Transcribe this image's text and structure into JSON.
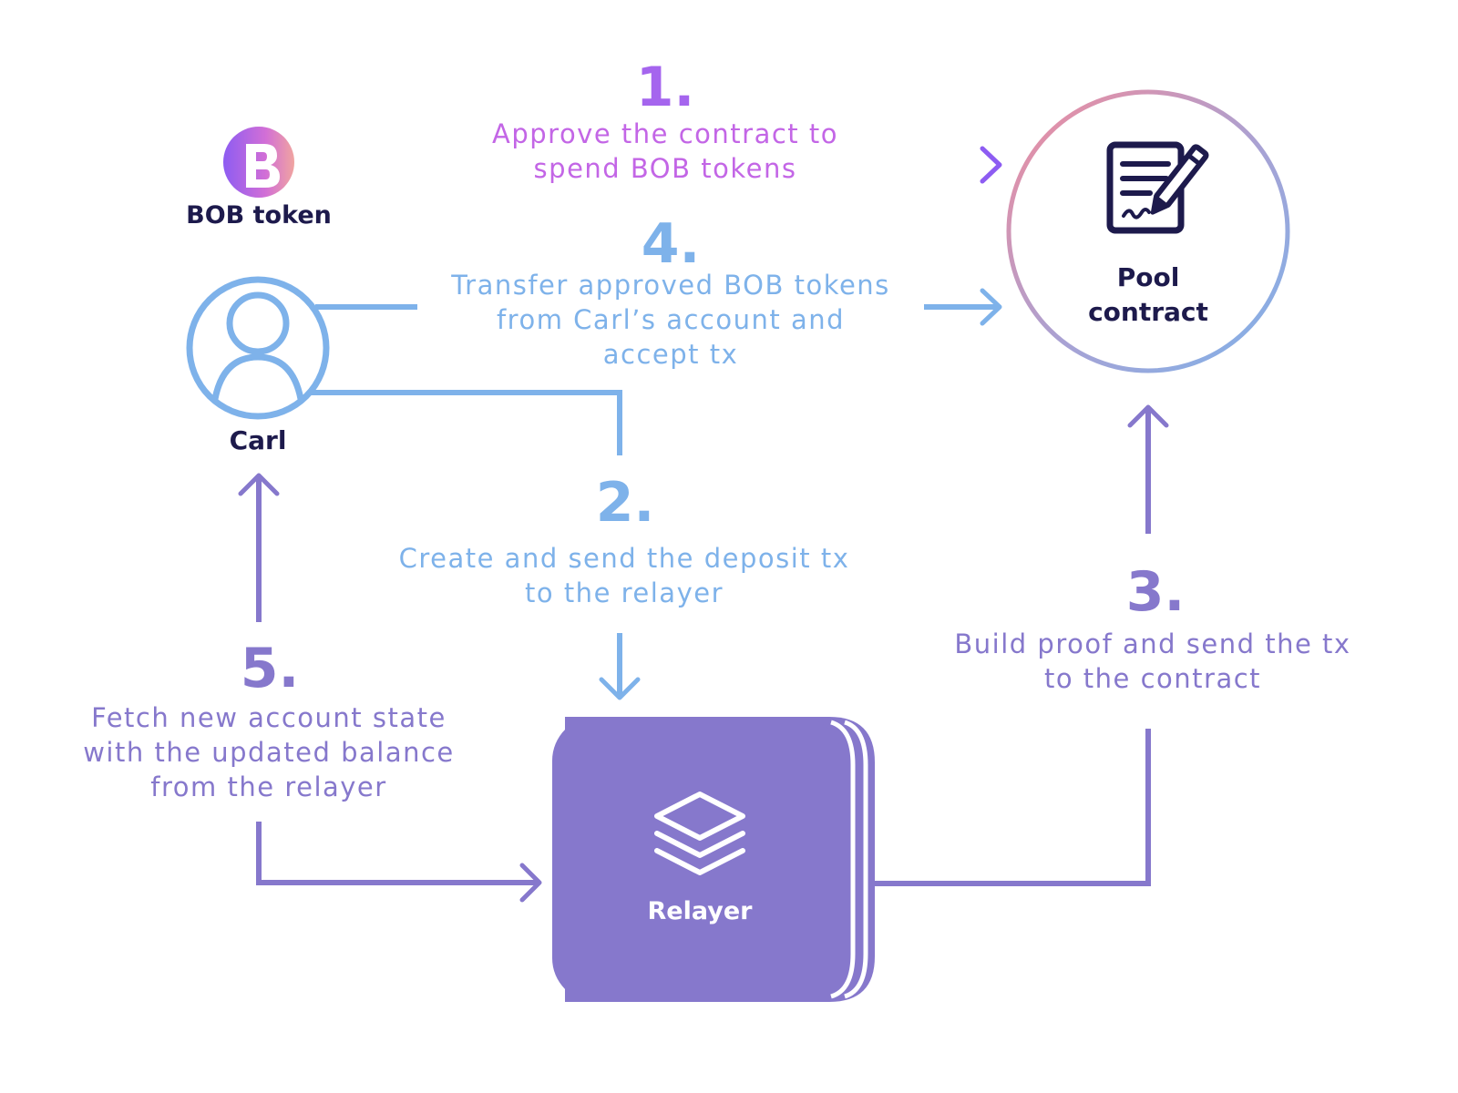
{
  "nodes": {
    "bob_token": {
      "label": "BOB token"
    },
    "carl": {
      "label": "Carl"
    },
    "pool": {
      "label_line1": "Pool",
      "label_line2": "contract"
    },
    "relayer": {
      "label": "Relayer"
    }
  },
  "steps": [
    {
      "number": "1.",
      "line1": "Approve the contract to",
      "line2": "spend BOB tokens"
    },
    {
      "number": "2.",
      "line1": "Create and send the deposit tx",
      "line2": "to the relayer"
    },
    {
      "number": "3.",
      "line1": "Build proof and send the tx",
      "line2": "to the contract"
    },
    {
      "number": "4.",
      "line1": "Transfer approved BOB tokens",
      "line2": "from Carl’s account and",
      "line3": "accept tx"
    },
    {
      "number": "5.",
      "line1": "Fetch new account state",
      "line2": "with the updated balance",
      "line3": "from the relayer"
    }
  ],
  "colors": {
    "dark_text": "#1d1a4c",
    "blue": "#7eb2ea",
    "purple": "#8678cc",
    "magenta": "#c062e8",
    "pink": "#ee8ea8",
    "violet": "#8d5cf2"
  },
  "icons": [
    "bob-logo-icon",
    "user-icon",
    "contract-document-icon",
    "layers-stack-icon"
  ]
}
